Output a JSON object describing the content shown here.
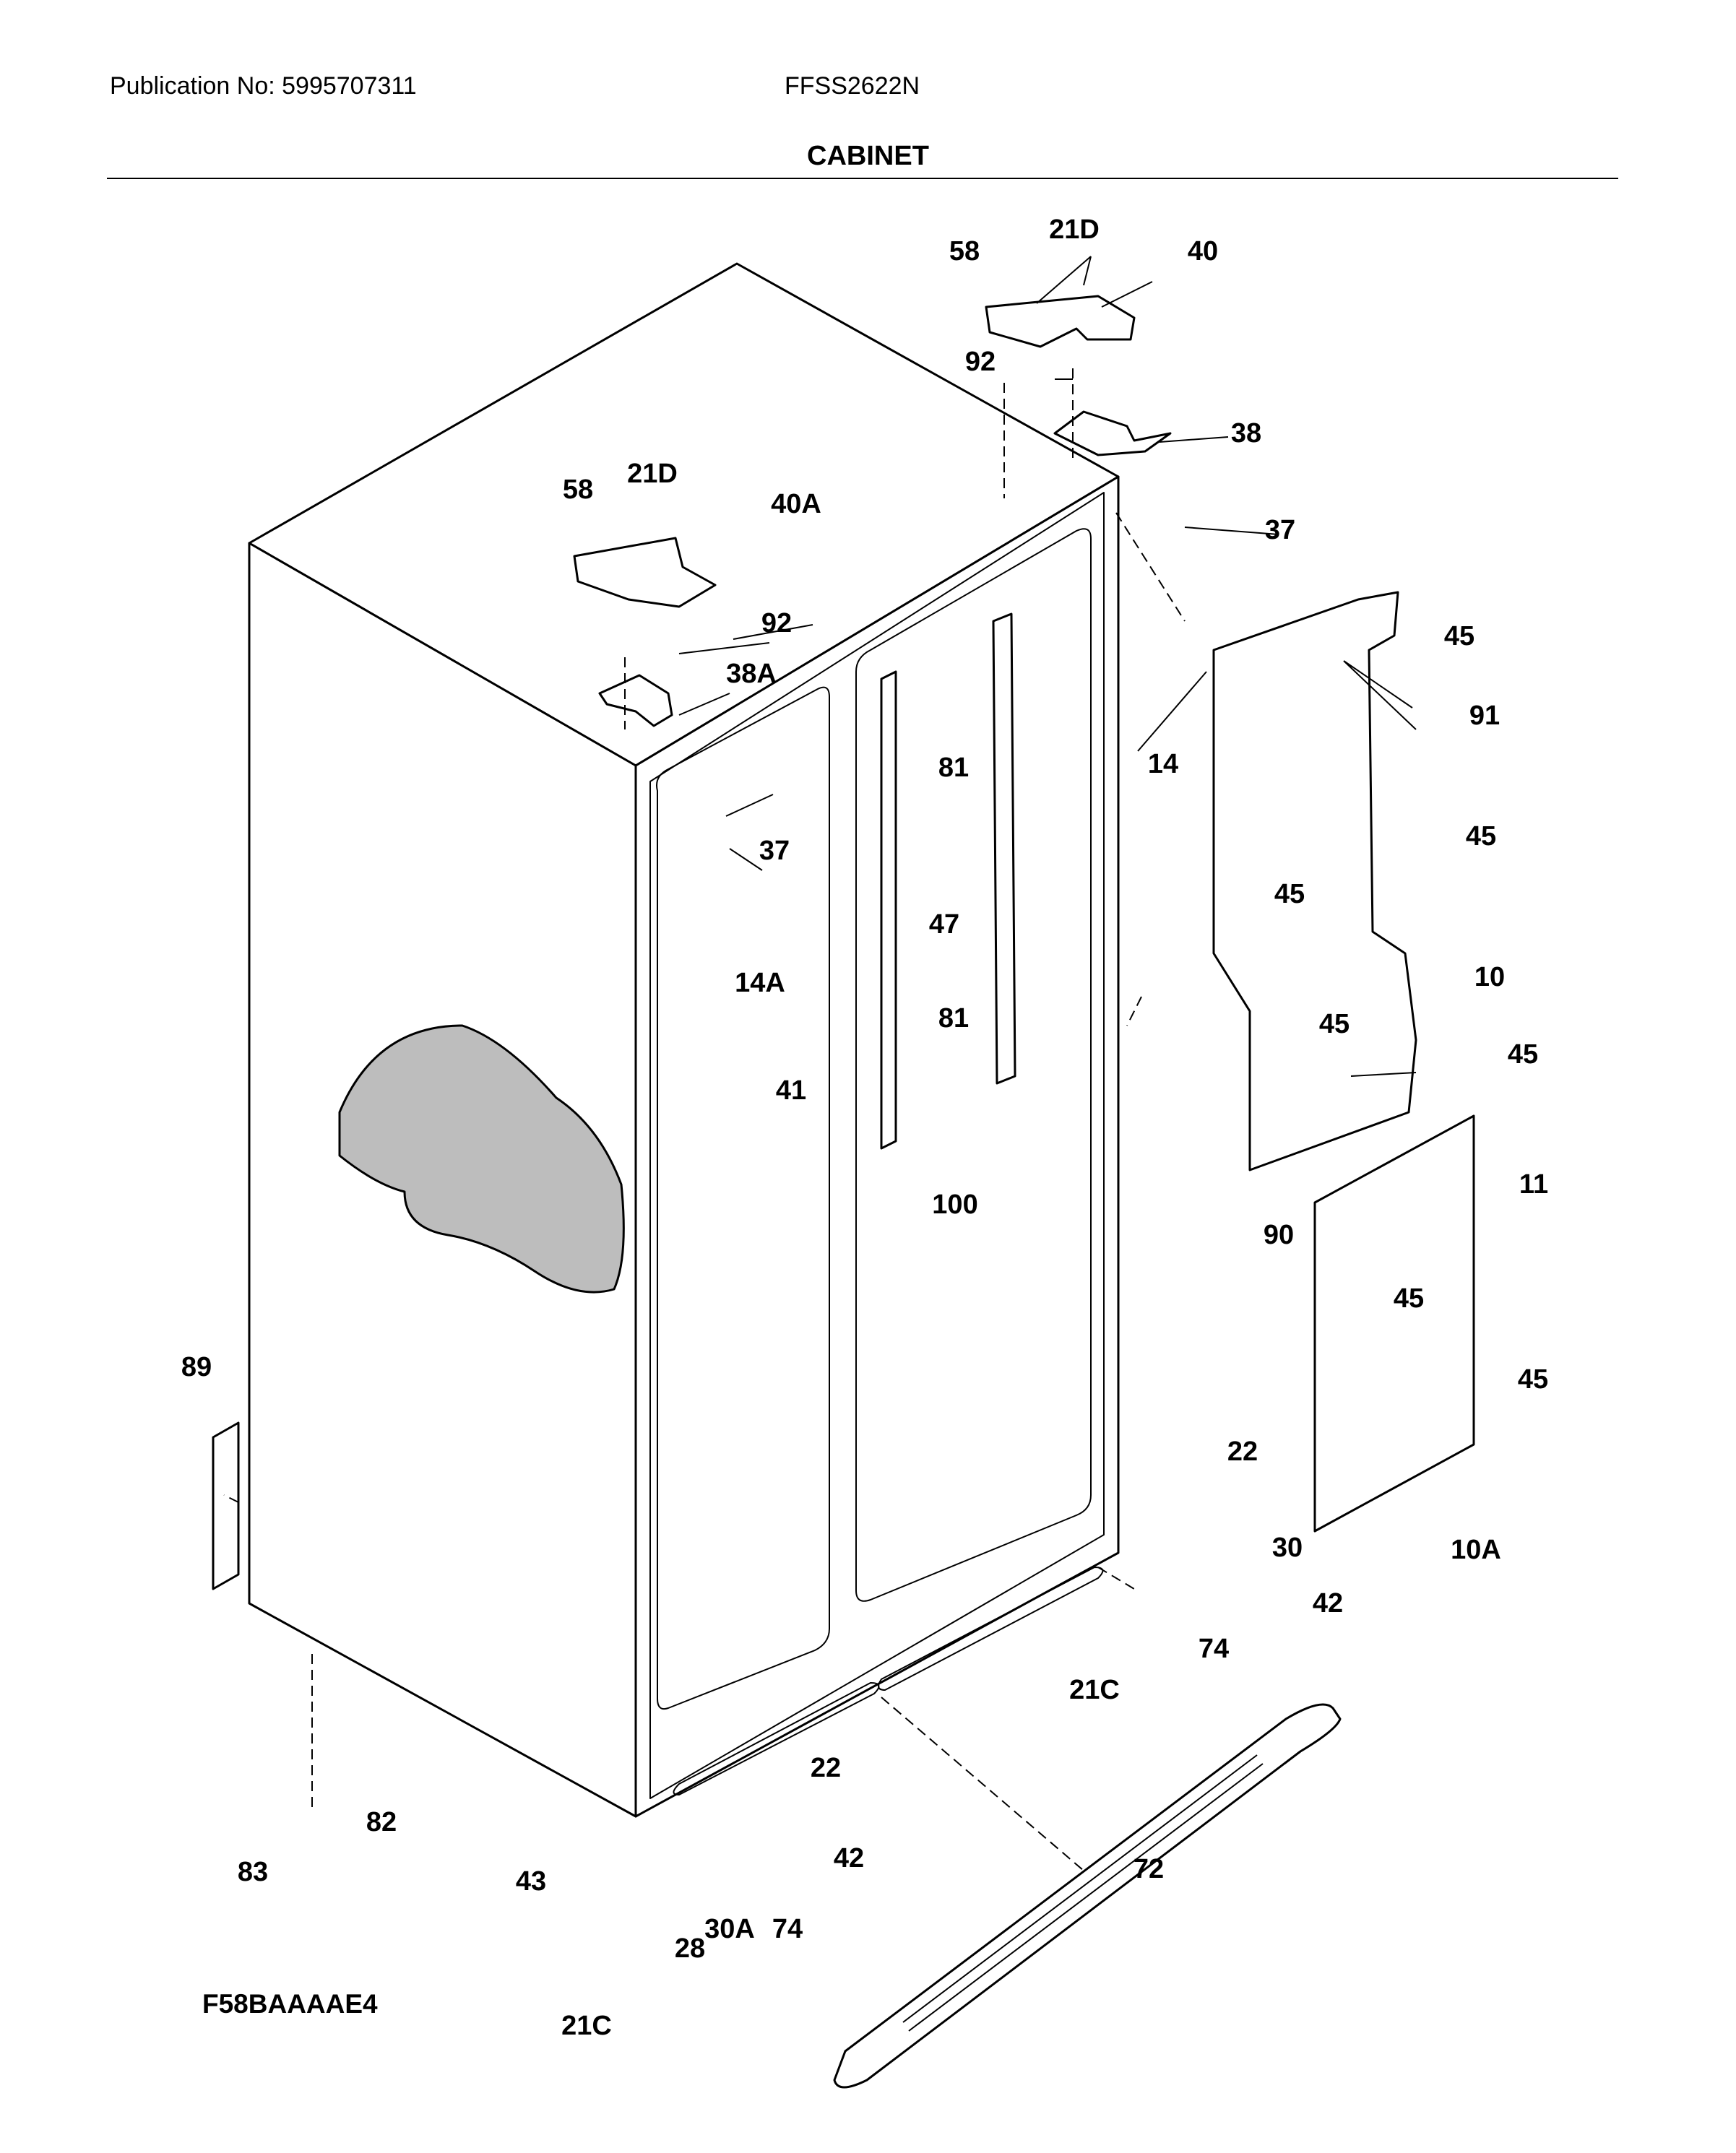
{
  "header": {
    "publication": "Publication No: 5995707311",
    "model": "FFSS2622N",
    "section_title": "CABINET"
  },
  "diagram_code": "F58BAAAAE4",
  "colors": {
    "line": "#000000",
    "insulation_fill": "#bdbdbd",
    "background": "#ffffff"
  },
  "callouts": [
    "21D",
    "58",
    "40",
    "92",
    "38",
    "58",
    "21D",
    "40A",
    "37",
    "92",
    "38A",
    "45",
    "91",
    "14",
    "81",
    "37",
    "45",
    "45",
    "47",
    "14A",
    "10",
    "45",
    "81",
    "41",
    "45",
    "100",
    "11",
    "90",
    "45",
    "45",
    "89",
    "22",
    "30",
    "10A",
    "42",
    "74",
    "21C",
    "22",
    "82",
    "42",
    "83",
    "43",
    "72",
    "30A",
    "74",
    "28",
    "21C"
  ]
}
